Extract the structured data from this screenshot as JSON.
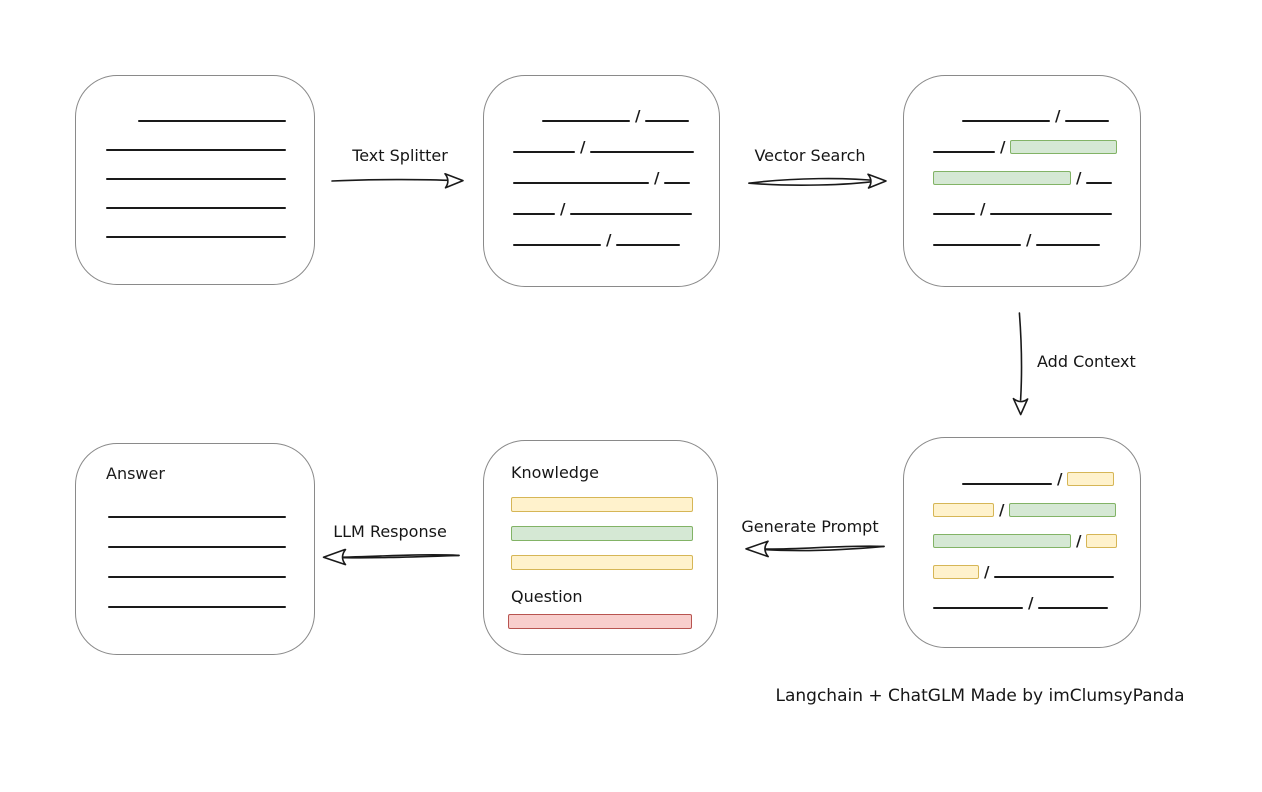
{
  "caption": "Langchain + ChatGLM Made by imClumsyPanda",
  "slash": "/",
  "colors": {
    "line": "#1a1a1a",
    "box_border": "#8a8a8a",
    "green_fill": "#d5e8d4",
    "green_border": "#82b366",
    "yellow_fill": "#fff2cc",
    "yellow_border": "#d6b656",
    "red_fill": "#f8cecc",
    "red_border": "#b85450"
  },
  "arrows": {
    "text_splitter": {
      "label": "Text Splitter",
      "direction": "right"
    },
    "vector_search": {
      "label": "Vector Search",
      "direction": "right"
    },
    "add_context": {
      "label": "Add Context",
      "direction": "down"
    },
    "generate_prompt": {
      "label": "Generate Prompt",
      "direction": "left"
    },
    "llm_response": {
      "label": "LLM Response",
      "direction": "left"
    }
  },
  "boxes": {
    "document": {
      "line_count": 5
    },
    "chunks": {
      "rows": [
        {
          "indent": 29,
          "segs": [
            {
              "t": "line",
              "w": 88
            },
            {
              "t": "slash"
            },
            {
              "t": "line",
              "w": 44
            }
          ]
        },
        {
          "segs": [
            {
              "t": "line",
              "w": 62
            },
            {
              "t": "slash"
            },
            {
              "t": "line",
              "w": 104
            }
          ]
        },
        {
          "segs": [
            {
              "t": "line",
              "w": 136
            },
            {
              "t": "slash"
            },
            {
              "t": "line",
              "w": 26
            }
          ]
        },
        {
          "segs": [
            {
              "t": "line",
              "w": 42
            },
            {
              "t": "slash"
            },
            {
              "t": "line",
              "w": 122
            }
          ]
        },
        {
          "segs": [
            {
              "t": "line",
              "w": 88
            },
            {
              "t": "slash"
            },
            {
              "t": "line",
              "w": 64
            }
          ]
        }
      ]
    },
    "chunks_matched": {
      "rows": [
        {
          "indent": 29,
          "segs": [
            {
              "t": "line",
              "w": 88
            },
            {
              "t": "slash"
            },
            {
              "t": "line",
              "w": 44
            }
          ]
        },
        {
          "segs": [
            {
              "t": "line",
              "w": 62
            },
            {
              "t": "slash"
            },
            {
              "t": "green",
              "w": 107
            }
          ]
        },
        {
          "segs": [
            {
              "t": "green",
              "w": 138
            },
            {
              "t": "slash"
            },
            {
              "t": "line",
              "w": 26
            }
          ]
        },
        {
          "segs": [
            {
              "t": "line",
              "w": 42
            },
            {
              "t": "slash"
            },
            {
              "t": "line",
              "w": 122
            }
          ]
        },
        {
          "segs": [
            {
              "t": "line",
              "w": 88
            },
            {
              "t": "slash"
            },
            {
              "t": "line",
              "w": 64
            }
          ]
        }
      ]
    },
    "chunks_context": {
      "rows": [
        {
          "indent": 29,
          "segs": [
            {
              "t": "line",
              "w": 90
            },
            {
              "t": "slash"
            },
            {
              "t": "yellow",
              "w": 47
            }
          ]
        },
        {
          "segs": [
            {
              "t": "yellow",
              "w": 61
            },
            {
              "t": "slash"
            },
            {
              "t": "green",
              "w": 107
            }
          ]
        },
        {
          "segs": [
            {
              "t": "green",
              "w": 138
            },
            {
              "t": "slash"
            },
            {
              "t": "yellow",
              "w": 31
            }
          ]
        },
        {
          "segs": [
            {
              "t": "yellow",
              "w": 46
            },
            {
              "t": "slash"
            },
            {
              "t": "line",
              "w": 120
            }
          ]
        },
        {
          "segs": [
            {
              "t": "line",
              "w": 90
            },
            {
              "t": "slash"
            },
            {
              "t": "line",
              "w": 70
            }
          ]
        }
      ]
    },
    "prompt": {
      "knowledge_label": "Knowledge",
      "question_label": "Question",
      "knowledge_bars": [
        "yellow",
        "green",
        "yellow"
      ],
      "question_bar": "red"
    },
    "answer": {
      "label": "Answer",
      "line_count": 4
    }
  }
}
